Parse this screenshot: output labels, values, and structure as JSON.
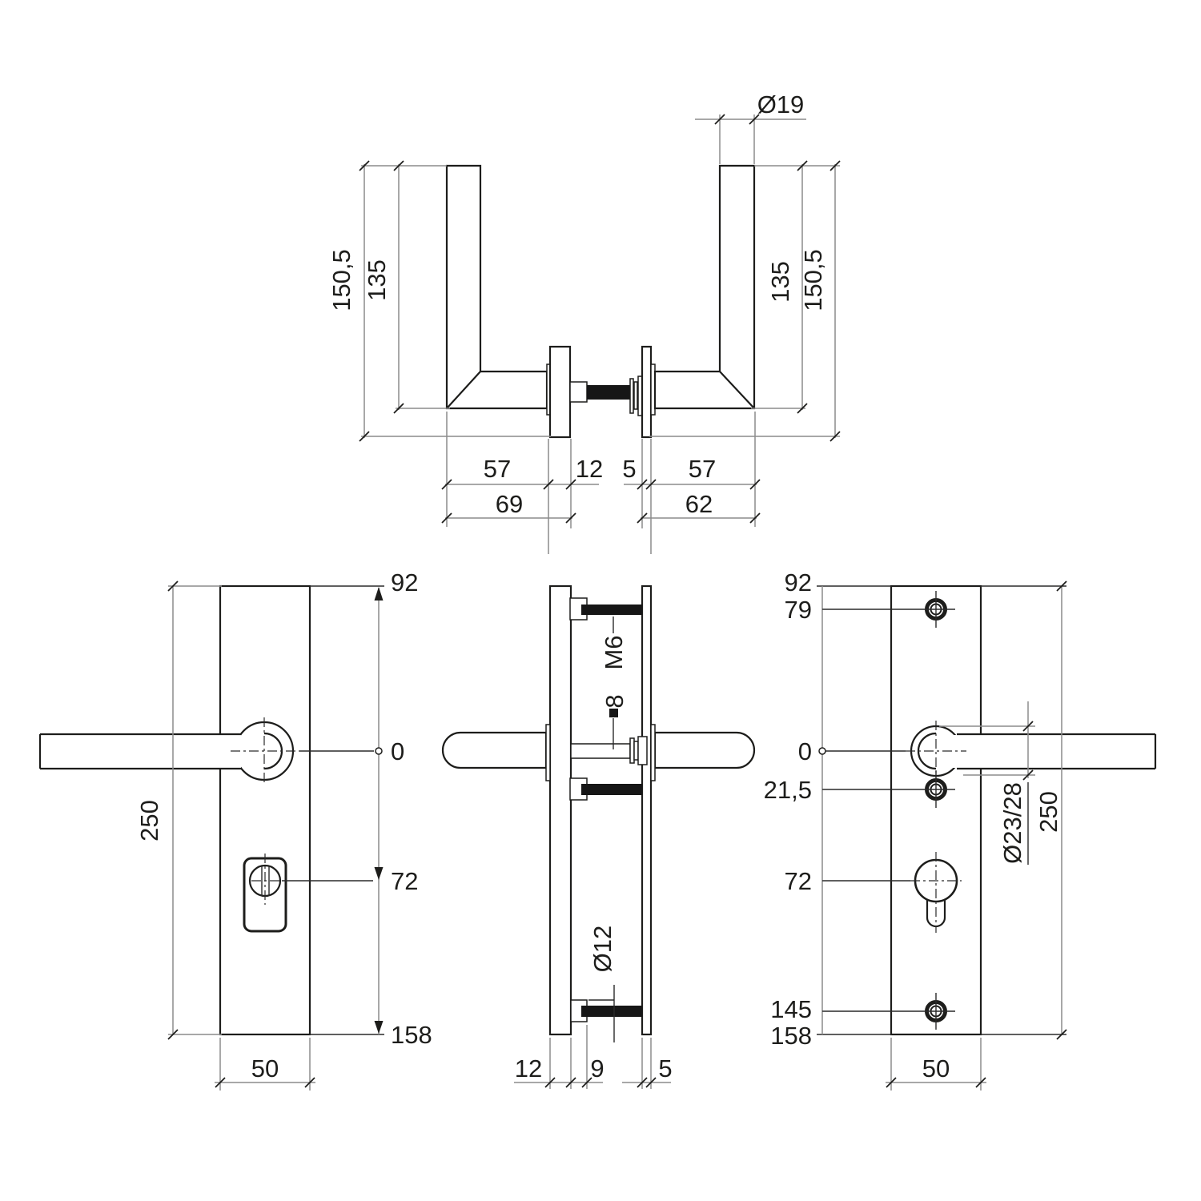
{
  "drawing": {
    "background_color": "#ffffff",
    "object_line_color": "#1d1d1b",
    "dimension_line_color": "#8c8c8c",
    "top_view": {
      "handle_diameter": "Ø19",
      "left_length_total": "150,5",
      "left_length_grip": "135",
      "right_length_grip": "135",
      "right_length_total": "150,5",
      "left_grip_width": "57",
      "rose_thickness_left": "12",
      "rose_thickness_right": "5",
      "right_grip_width": "57",
      "left_total_depth": "69",
      "right_total_depth": "62"
    },
    "front_view_left": {
      "dist_top": "92",
      "dist_zero": "0",
      "dist_cylinder": "72",
      "dist_bottom": "158",
      "plate_height": "250",
      "plate_width": "50"
    },
    "side_view": {
      "bolt_thread": "M6",
      "spindle_size": "8",
      "bolt_head_diameter": "Ø12",
      "plate_thickness_left": "12",
      "bolt_head_height": "9",
      "plate_thickness_right": "5"
    },
    "front_view_right": {
      "dist_top": "92",
      "dist_screw_top": "79",
      "dist_zero": "0",
      "dist_screw_mid": "21,5",
      "dist_cylinder": "72",
      "dist_screw_bottom": "145",
      "dist_bottom": "158",
      "rose_diameter": "Ø23/28",
      "plate_height": "250",
      "plate_width": "50"
    }
  }
}
